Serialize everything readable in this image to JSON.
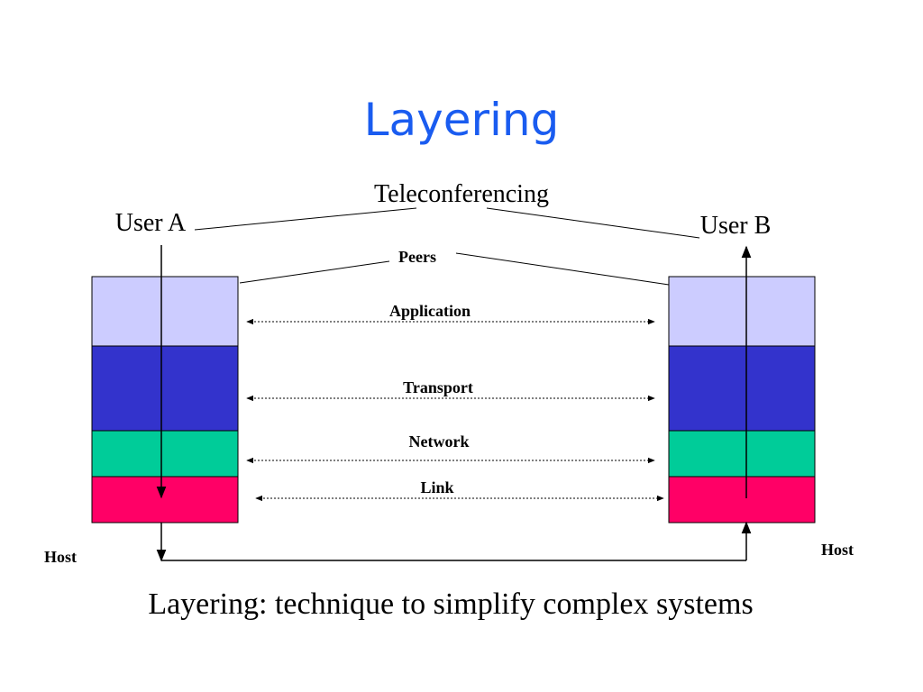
{
  "slide": {
    "title": "Layering",
    "caption": "Layering: technique to simplify complex systems"
  },
  "diagram": {
    "application_label": "Teleconferencing",
    "user_a": "User A",
    "user_b": "User B",
    "peers_label": "Peers",
    "host_left": "Host",
    "host_right": "Host",
    "layers": [
      {
        "name": "Application",
        "color": "#ccccff"
      },
      {
        "name": "Transport",
        "color": "#3333cc"
      },
      {
        "name": "Network",
        "color": "#00cc99"
      },
      {
        "name": "Link",
        "color": "#ff0066"
      }
    ]
  }
}
